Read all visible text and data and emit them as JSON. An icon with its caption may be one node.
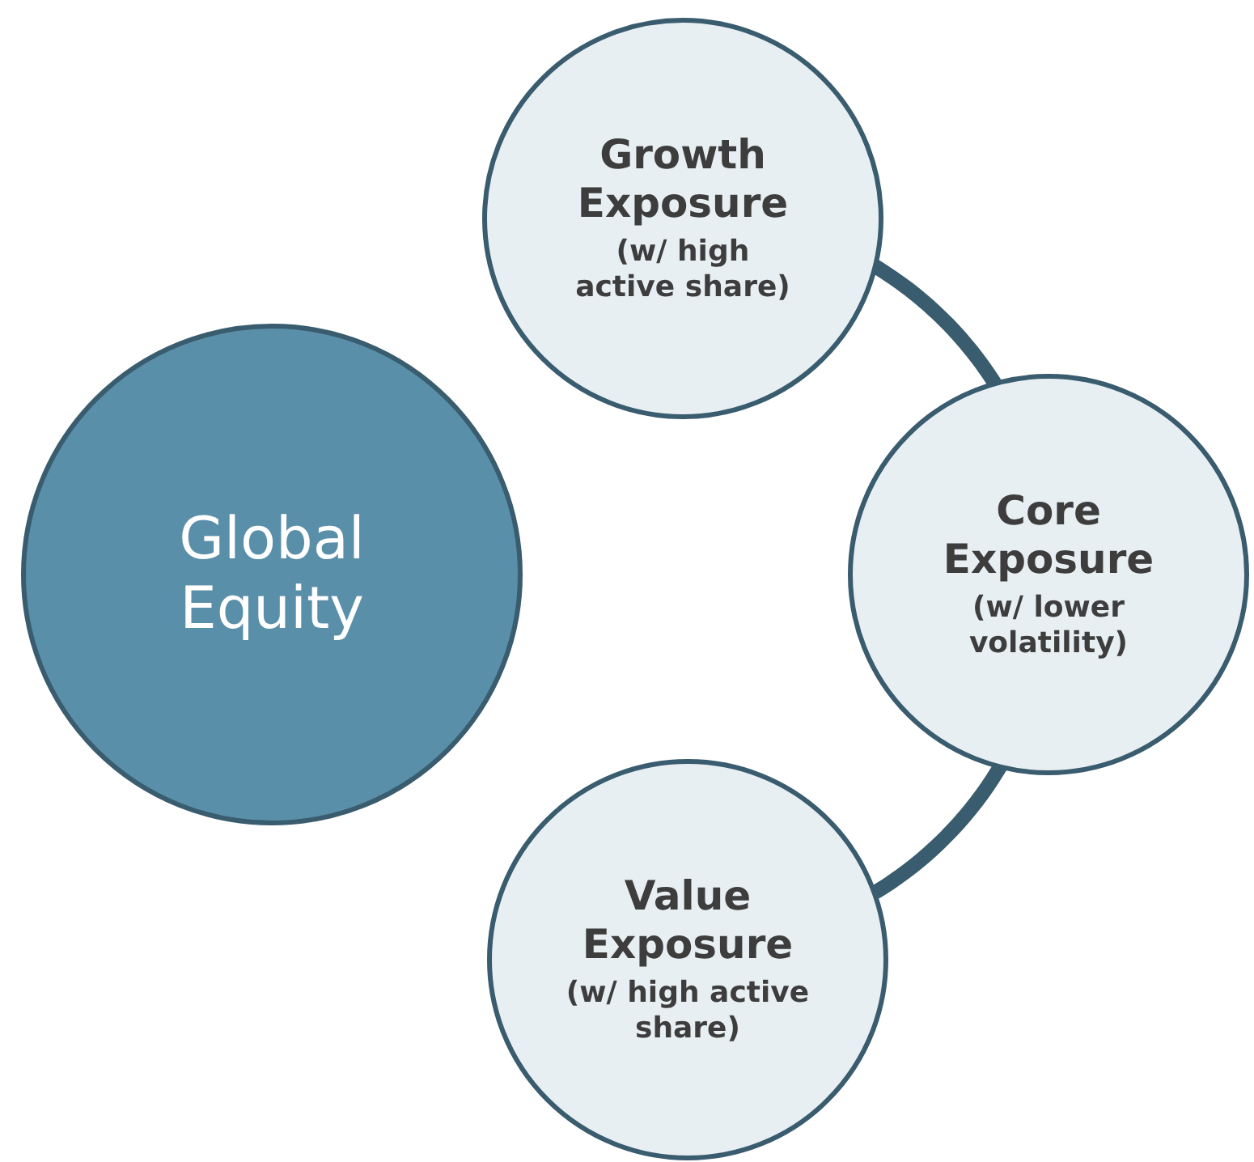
{
  "diagram": {
    "nodes": [
      {
        "text": [
          "Global Equity"
        ]
      },
      {
        "text": [
          "Growth Exposure",
          "(w/ high active share)"
        ]
      },
      {
        "text": [
          "Core Exposure",
          "(w/ lower volatility)"
        ]
      },
      {
        "text": [
          "Value Exposure",
          "(w/ high active share)"
        ]
      }
    ],
    "edges": [
      {
        "from": 1,
        "to": 2,
        "arrow": "none"
      },
      {
        "from": 2,
        "to": 3,
        "arrow": "none"
      }
    ]
  }
}
